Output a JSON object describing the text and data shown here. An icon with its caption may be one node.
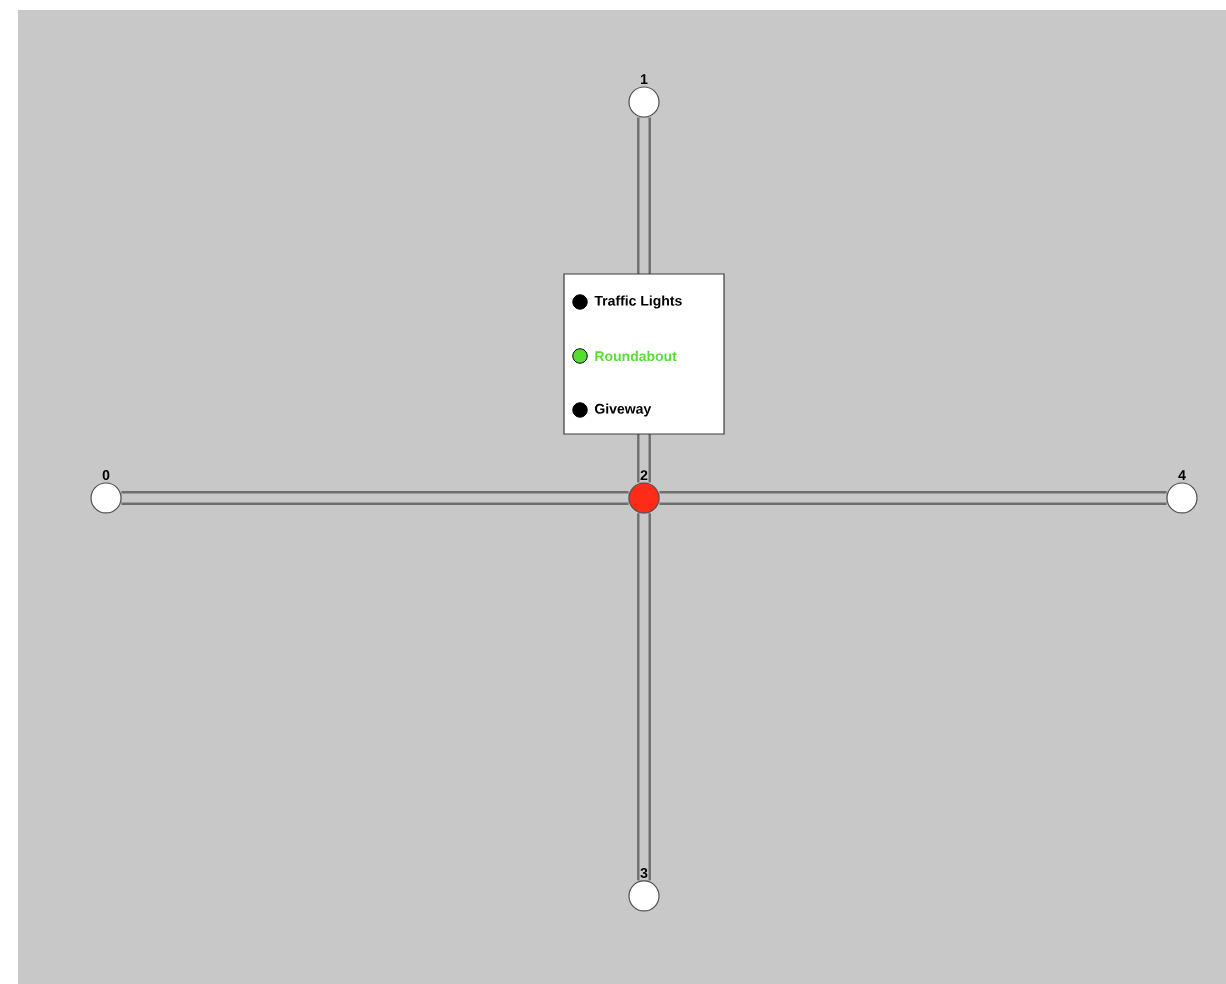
{
  "diagram": {
    "nodes": [
      {
        "text": [
          "0"
        ]
      },
      {
        "text": [
          "1"
        ]
      },
      {
        "text": [
          "2"
        ]
      },
      {
        "text": [
          "3"
        ]
      },
      {
        "text": [
          "4"
        ]
      }
    ],
    "edges": [
      {
        "from": 0,
        "to": 2,
        "arrow": "none"
      },
      {
        "from": 1,
        "to": 2,
        "arrow": "none"
      },
      {
        "from": 2,
        "to": 3,
        "arrow": "none"
      },
      {
        "from": 2,
        "to": 4,
        "arrow": "none"
      }
    ],
    "legend": [
      {
        "text": "Traffic Lights",
        "color": "#000000"
      },
      {
        "text": "Roundabout",
        "color": "#55dd33"
      },
      {
        "text": "Giveway",
        "color": "#000000"
      }
    ]
  }
}
